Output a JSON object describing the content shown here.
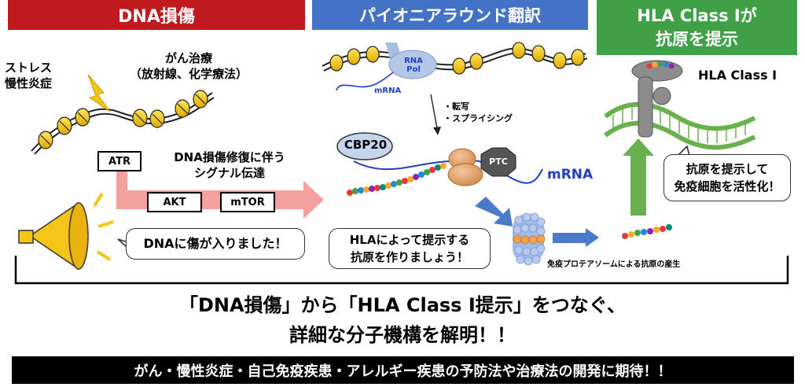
{
  "headers": {
    "dna_damage": "DNA損傷",
    "pioneer_round": "パイオニアラウンド翻訳",
    "hla_line1": "HLA Class Iが",
    "hla_line2": "抗原を提示"
  },
  "left": {
    "stress_line1": "ストレス",
    "stress_line2": "慢性炎症",
    "treatment_line1": "がん治療",
    "treatment_line2": "（放射線、化学療法）",
    "repair_line1": "DNA損傷修復に伴う",
    "repair_line2": "シグナル伝達",
    "atr": "ATR",
    "akt": "AKT",
    "mtor": "mTOR",
    "bubble1": "DNAに傷が入りました！"
  },
  "middle": {
    "rna_pol_line1": "RNA",
    "rna_pol_line2": "Pol",
    "mrna_small": "mRNA",
    "transcription": "・転写",
    "splicing": "・スプライシング",
    "cbp20": "CBP20",
    "ptc": "PTC",
    "mrna_large": "mRNA",
    "bubble2_line1": "HLAによって提示する",
    "bubble2_line2": "抗原を作りましょう！",
    "proteasome_label": "免疫プロテアソームによる抗原の産生"
  },
  "right": {
    "hla_label": "HLA Class I",
    "bubble3_line1": "抗原を提示して",
    "bubble3_line2": "免疫細胞を活性化！"
  },
  "conclusion": {
    "line1": "「DNA損傷」から「HLA Class I提示」をつなぐ、",
    "line2": "詳細な分子機構を解明！！"
  },
  "footer": "がん・慢性炎症・自己免疫疾患・アレルギー疾患の予防法や治療法の開発に期待！！",
  "colors": {
    "red": "#c0191e",
    "blue": "#4472c4",
    "green": "#3fa047",
    "arrow_pink": "#f4a09f",
    "arrow_blue": "#4a7bc8",
    "arrow_green": "#6ab04c",
    "nucleosome": "#f5c518",
    "megaphone": "#f5c518"
  }
}
